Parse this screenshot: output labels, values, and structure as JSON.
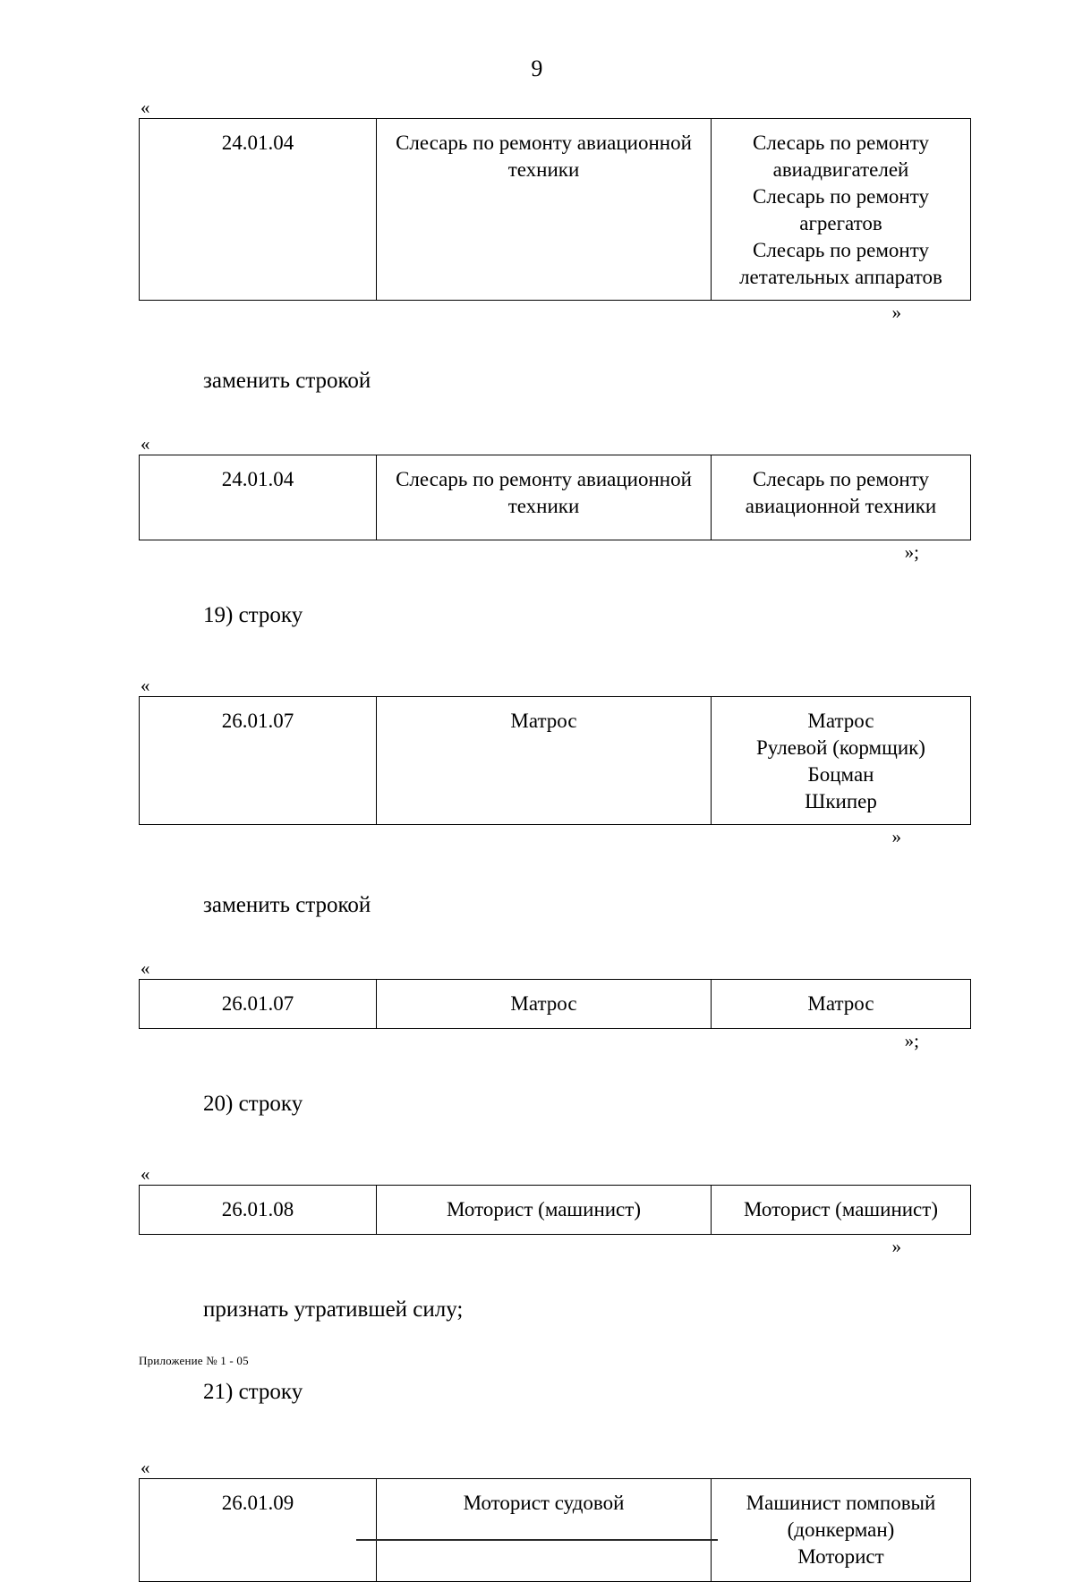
{
  "page": {
    "number": "9",
    "footer_note": "Приложение № 1 - 05"
  },
  "marks": {
    "quote_open": "«",
    "quote_close": "»",
    "quote_close_semicolon": "»;"
  },
  "paragraphs": {
    "replace_with_row_1": "заменить строкой",
    "item_19": "19) строку",
    "replace_with_row_2": "заменить строкой",
    "item_20": "20) строку",
    "repeal": "признать утратившей силу;",
    "item_21": "21) строку"
  },
  "tables": [
    {
      "id": "table-24-01-04-original",
      "code": "24.01.04",
      "title": "Слесарь по ремонту авиационной техники",
      "jobs": [
        "Слесарь по ремонту",
        "авиадвигателей",
        "Слесарь по ремонту",
        "агрегатов",
        "Слесарь по ремонту",
        "летательных аппаратов"
      ]
    },
    {
      "id": "table-24-01-04-replacement",
      "code": "24.01.04",
      "title": "Слесарь по ремонту авиационной техники",
      "jobs": [
        "Слесарь по ремонту",
        "авиационной техники"
      ]
    },
    {
      "id": "table-26-01-07-original",
      "code": "26.01.07",
      "title": "Матрос",
      "jobs": [
        "Матрос",
        "Рулевой (кормщик)",
        "Боцман",
        "Шкипер"
      ]
    },
    {
      "id": "table-26-01-07-replacement",
      "code": "26.01.07",
      "title": "Матрос",
      "jobs": [
        "Матрос"
      ]
    },
    {
      "id": "table-26-01-08",
      "code": "26.01.08",
      "title": "Моторист (машинист)",
      "jobs": [
        "Моторист (машинист)"
      ]
    },
    {
      "id": "table-26-01-09",
      "code": "26.01.09",
      "title": "Моторист судовой",
      "jobs": [
        "Машинист помповый",
        "(донкерман)",
        "Моторист"
      ]
    }
  ]
}
